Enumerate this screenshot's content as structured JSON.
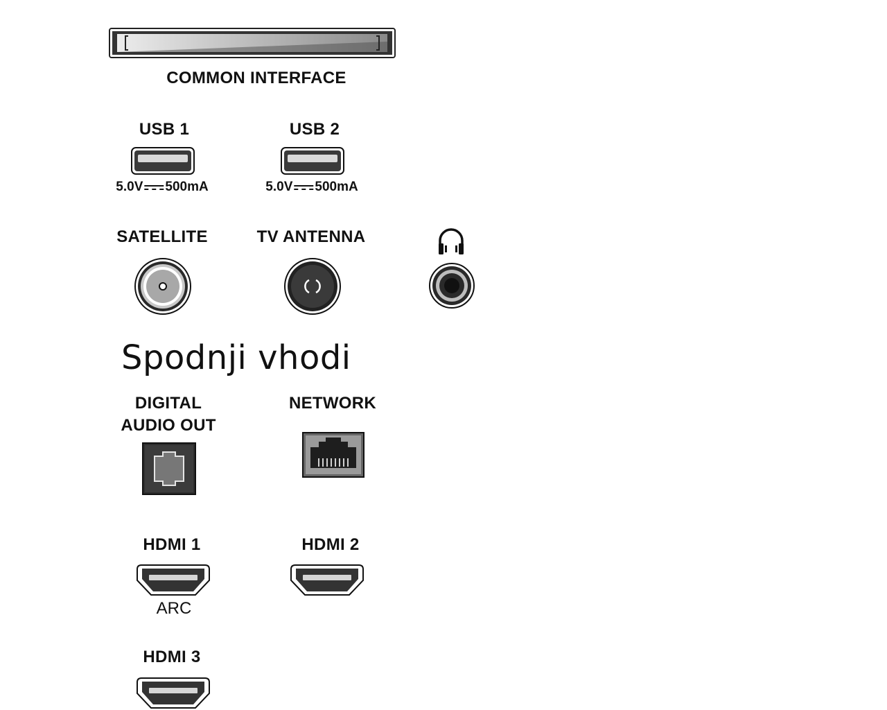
{
  "ports": {
    "common_interface": "COMMON INTERFACE",
    "usb1": {
      "label": "USB 1",
      "voltage": "5.0V",
      "current": "500mA"
    },
    "usb2": {
      "label": "USB 2",
      "voltage": "5.0V",
      "current": "500mA"
    },
    "satellite": "SATELLITE",
    "tv_antenna": "TV ANTENNA",
    "headphones_icon": "headphones-icon"
  },
  "section_heading": "Spodnji vhodi",
  "bottom_ports": {
    "digital_audio_out_line1": "DIGITAL",
    "digital_audio_out_line2": "AUDIO OUT",
    "network": "NETWORK",
    "hdmi1": {
      "label": "HDMI 1",
      "note": "ARC"
    },
    "hdmi2": "HDMI 2",
    "hdmi3": "HDMI 3"
  }
}
